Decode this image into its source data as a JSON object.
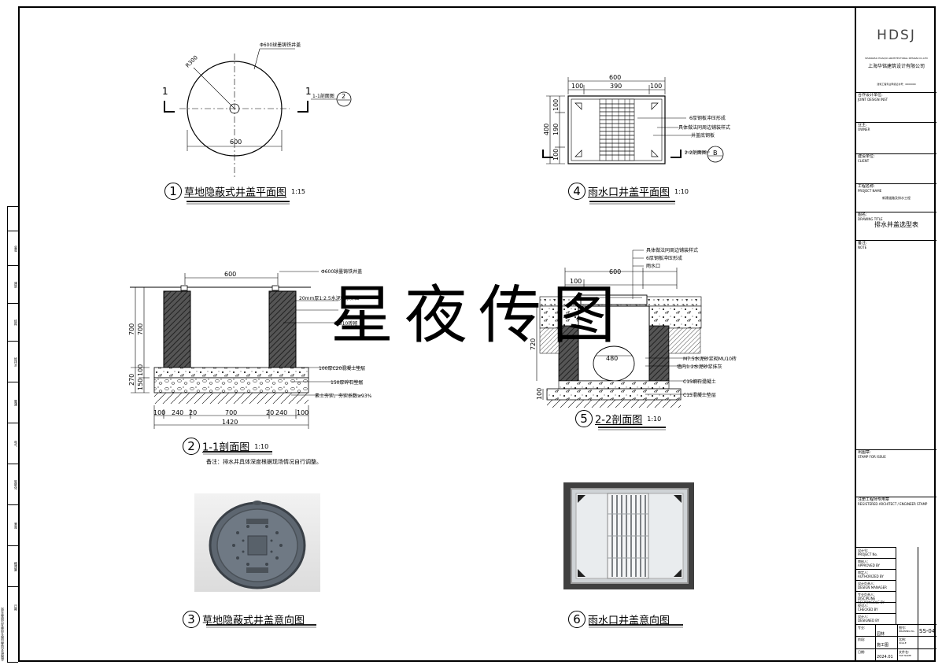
{
  "title_block": {
    "logo": "HDSJ",
    "company_en": "SHANGHAI HUAQIU ARCHITECTURAL DESIGN CO.,LTD",
    "company_cn": "上海华铭建筑设计有限公司",
    "cert": "建筑工程专业甲级证书号：0000000",
    "coop_label": "合作设计单位:",
    "coop_sub": "JOINT DESIGN INST",
    "owner_label": "业主:",
    "owner_sub": "OWNER",
    "builder_label": "建设单位:",
    "builder_sub": "CLIENT",
    "project_label": "工程名称:",
    "project_sub": "PROJECT NAME",
    "project_value": "新建道路及排水工程",
    "drawing_label": "图名:",
    "drawing_sub": "DRAWING TITLE",
    "drawing_value": "排水井盖选型表",
    "notes_label": "备注:",
    "notes_sub": "NOTE",
    "stamp_label": "出图章:",
    "stamp_sub": "STAMP FOR ISSUE",
    "reg_label": "注册工程师专用章",
    "reg_sub": "REGISTERED ARCHITECT / ENGINEER STAMP",
    "rows": [
      {
        "label": "设计号:",
        "sub": "PROJECT No."
      },
      {
        "label": "审核人:",
        "sub": "APPROVED BY"
      },
      {
        "label": "审定人:",
        "sub": "AUTHORIZED BY"
      },
      {
        "label": "设计负责人:",
        "sub": "DESIGN MANAGER"
      },
      {
        "label": "专业负责人:",
        "sub": "DISCIPLINE RESPONSIBLE BY"
      },
      {
        "label": "校对人:",
        "sub": "CHECKED BY"
      },
      {
        "label": "设计人:",
        "sub": "DESIGNED BY"
      }
    ],
    "discipline_label": "专业:",
    "discipline_value": "园林",
    "drawing_no_label": "图号:",
    "drawing_no_sub": "DRAWING No.",
    "drawing_no": "SS-04",
    "stage_label": "阶段:",
    "stage_value": "施工图",
    "scale_label": "比例:",
    "scale_sub": "SCALE",
    "date_label": "日期:",
    "date_value": "2024.01",
    "file_label": "文件名:",
    "file_sub": "FILE NAME"
  },
  "left_strip": [
    "会签",
    "建筑",
    "结构",
    "给排水",
    "暖通",
    "电气",
    "智能化",
    "景观",
    "概预算",
    "日期"
  ],
  "left_strip_note": "此图纸未加盖出图专用章及注册章无效",
  "watermark": "星夜传图",
  "views": {
    "v1": {
      "num": "1",
      "title": "草地隐蔽式井盖平面图",
      "scale": "1:15",
      "label_cover": "Φ600球墨铸铁井盖",
      "label_r": "R300",
      "dim": "600",
      "section_mark": "1-1剖面图",
      "section_sheet": "2",
      "cut": "1"
    },
    "v2": {
      "num": "2",
      "title": "1-1剖面图",
      "scale": "1:10",
      "note": "备注：排水井具体深度根据现场情况自行调整。",
      "labels": [
        "Φ600球墨铸铁井盖",
        "20mm厚1:2.5水泥砂浆抹面",
        "MU10砖砌",
        "100厚C20混凝土垫层",
        "150厚碎石垫层",
        "素土夯实，夯实系数≥93%"
      ],
      "dim_top": "600",
      "dim_h1": "700",
      "dim_h2": "700",
      "dim_270": "270",
      "dim_150": "150",
      "dim_100": "100",
      "dims_bottom": [
        "100",
        "240",
        "20",
        "700",
        "20",
        "240",
        "100"
      ],
      "dim_total": "1420"
    },
    "v3": {
      "num": "3",
      "title": "草地隐蔽式井盖意向图"
    },
    "v4": {
      "num": "4",
      "title": "雨水口井盖平面图",
      "scale": "1:10",
      "dim_total": "600",
      "dims_top": [
        "100",
        "390",
        "100"
      ],
      "dims_left": [
        "400",
        "100",
        "190",
        "100"
      ],
      "labels": [
        "6厚钢板冲压形成",
        "具体做法同周边铺装样式",
        "井盖底钢板"
      ],
      "section_mark": "2-2剖面图",
      "section_sheet": "B"
    },
    "v5": {
      "num": "5",
      "title": "2-2剖面图",
      "scale": "1:10",
      "labels_top": [
        "具体做法同周边铺装样式",
        "6厚钢板冲压形成",
        "雨水口"
      ],
      "labels_right": [
        "M7.5水泥砂浆砌MU10砖",
        "墙内1:2水泥砂浆抹灰",
        "C15细石混凝土",
        "C15混凝土垫层"
      ],
      "dim_top": "600",
      "dim_100": "100",
      "pipe": "480",
      "dim_left": "720",
      "dim_bottom": "100"
    },
    "v6": {
      "num": "6",
      "title": "雨水口井盖意向图"
    }
  }
}
